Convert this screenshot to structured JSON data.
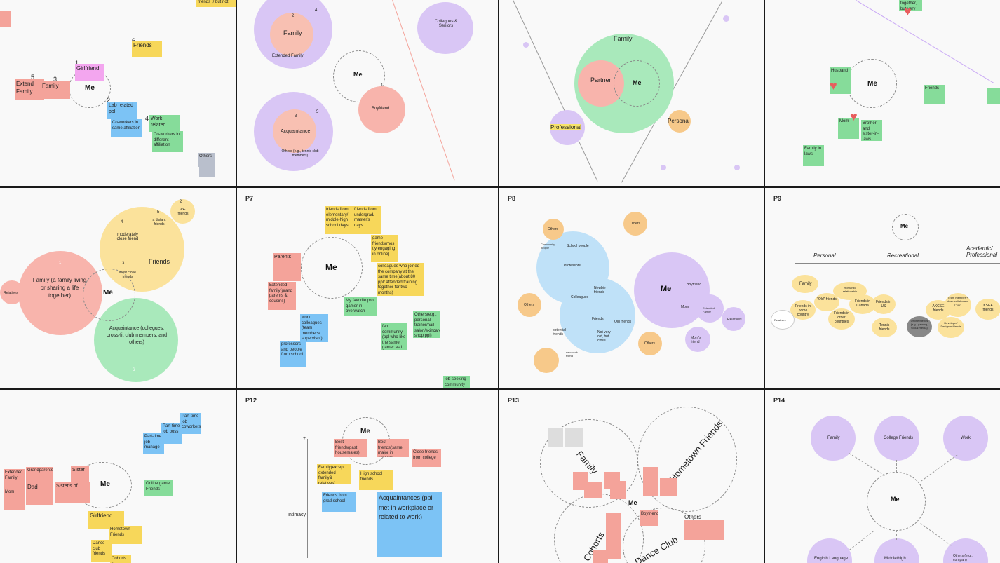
{
  "panels": {
    "p1": {
      "me": "Me",
      "girlfriend": "Girlfriend",
      "family": "Family",
      "extend_family": "Extend Family",
      "friends": "Friends",
      "friends_note": "friends (/ but not",
      "lab": "Lab related ppl",
      "coworkers_same": "Co-workers in same affiliation",
      "work": "Work-related",
      "coworkers_diff": "Co-workers in different affiliation",
      "others": "Others",
      "n1": "1",
      "n2": "2",
      "n3": "3",
      "n4": "4",
      "n5": "5",
      "n6": "6"
    },
    "p2": {
      "family": "Family",
      "extended_family": "Extended Family",
      "me": "Me",
      "boyfriend": "Boyfriend",
      "colleagues": "Collegues & Seniors",
      "acquaintance": "Acquaintance",
      "others": "Others (e.g., tennis club members)",
      "n1": "1",
      "n2": "2",
      "n3": "3",
      "n4": "4",
      "n5": "5"
    },
    "p3": {
      "family": "Family",
      "partner": "Partner",
      "me": "Me",
      "professional": "Professional",
      "personal": "Personal"
    },
    "p4": {
      "me": "Me",
      "husband": "Husband",
      "friends": "Friends",
      "mom": "Mom",
      "brother": "Brother and sister-in-laws",
      "family_laws": "Family in laws",
      "together": "together, but very close)"
    },
    "p5": {
      "family": "Family (a family living or sharing a life together)",
      "friends": "Friends",
      "me": "Me",
      "moderately": "moderately close friend",
      "most_close": "Most close friends",
      "distant": "a distant friends",
      "ex": "ex-friends",
      "relatives": "Relatives",
      "acquaintance": "Acquaintance (collegues, cross-fit club members, and others)",
      "n1": "1",
      "n2": "2",
      "n3": "3",
      "n4": "4",
      "n5": "5",
      "n6": "6"
    },
    "p7": {
      "label": "P7",
      "me": "Me",
      "parents": "Parents",
      "extended": "Extended family(grand parents & cousins)",
      "friends_school": "friends from elementary/ middle-high school days",
      "friends_undergrad": "friends from undergrad/ master's days",
      "game_friends": "game friends(mos tly engaging in online)",
      "colleagues_joined": "colleagues who joined the company at the same time(about 80 ppl/ attended training together for two months)",
      "pro_gamer": "My favorite pro gamer in overwatch",
      "work_colleagues": "work colleagues (team members/ supervisor)",
      "fan": "fan community (ppl who like the same gamer as I do)",
      "others_personal": "Others(e.g., personal trainer/nail salon/skincare shop ppl)",
      "professors": "professors and people from school",
      "job": "job-seeking community"
    },
    "p8": {
      "label": "P8",
      "me": "Me",
      "others1": "Others",
      "others2": "Others",
      "others3": "Others",
      "others4": "Others",
      "community": "Community people",
      "school": "School people",
      "professors": "Professors",
      "newbie": "Newbie friends",
      "colleagues": "Colleagues",
      "friends": "Friends",
      "old_friends": "Old friends",
      "potential": "potential friends",
      "not_old": "Not very old, but close",
      "boyfriend": "Boyfriend",
      "mom": "Mom",
      "extended": "Extended Family",
      "relatives": "Relatives",
      "moms_friend": "Mom's friend",
      "new_work": "new work friend"
    },
    "p9": {
      "label": "P9",
      "me": "Me",
      "personal": "Personal",
      "recreational": "Recreational",
      "academic": "Academic/ Professional",
      "family": "Family",
      "old": "\"Old\" friends",
      "friends_home": "Friends in home country",
      "romantic": "Romantic relationship",
      "friends_canada": "Friends in Canada",
      "friends_us": "Friends in US",
      "friends_other": "Friends in other countries",
      "tennis": "Tennis friends",
      "online": "Online friends (e.g., gaming, social media)",
      "akcse": "AKCSE friends",
      "team": "Team member + close collaborator (~10)",
      "developer": "Developer/ Designer friends",
      "ksea": "KSEA friends",
      "relatives": "Relatives"
    },
    "p11": {
      "me": "Me",
      "extended": "Extended Family",
      "mom": "Mom",
      "grandparents": "Grandparents",
      "dad": "Dad",
      "sister": "Sister",
      "sisters_bf": "Sister's bf",
      "girlfriend": "Girlfriend",
      "hometown": "Hometown Friends",
      "dance": "Dance club friends",
      "cohorts": "Cohorts (/",
      "online_game": "Online game Friends",
      "job_manage": "Part-time job manage",
      "job_boss": "Part-time job boss",
      "job_coworkers": "Part-time job coworkers"
    },
    "p12": {
      "label": "P12",
      "me": "Me",
      "best_housemates": "Best friends(past housemates)",
      "best_major": "Best friends(same major in college)",
      "close_college": "Close friends from college",
      "family": "Family(except extended family& relatives)",
      "high_school": "High school friends",
      "grad_school": "Friends from grad school",
      "acquaintances": "Acquaintances (ppl met in workplace or related to work)",
      "intimacy": "Intimacy",
      "axis_mark": "+"
    },
    "p13": {
      "label": "P13",
      "me": "Me",
      "family": "Family",
      "hometown": "Hometown Friends",
      "cohorts": "Cohorts",
      "dance": "Dance Club",
      "others": "Others",
      "boyfriend": "Boyfriend"
    },
    "p14": {
      "label": "P14",
      "me": "Me",
      "family": "Family",
      "college": "College Friends",
      "work": "Work",
      "english": "English Language",
      "middle": "Middle/high",
      "others": "Others (e.g., company"
    }
  }
}
